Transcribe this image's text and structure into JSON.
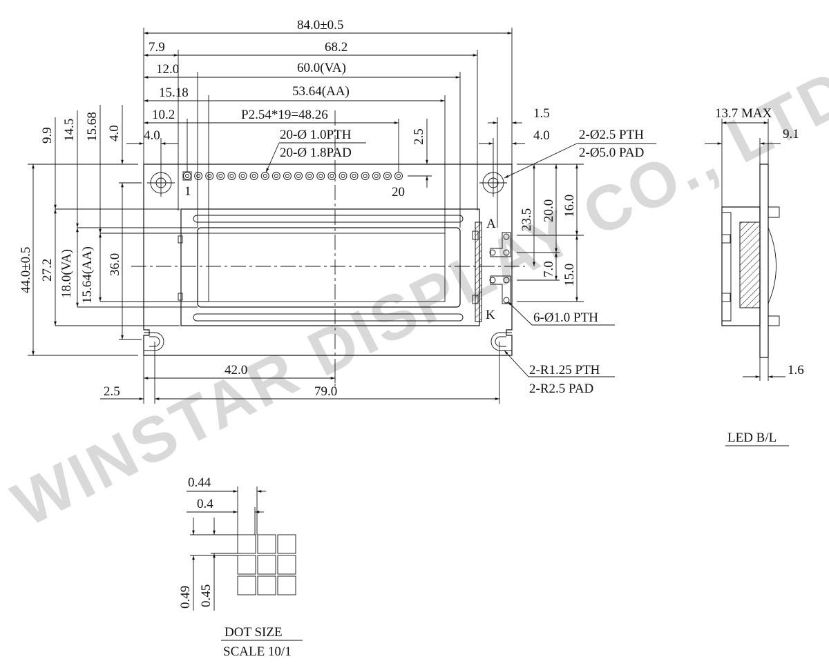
{
  "watermark": "WINSTAR DISPLAY CO., LTD.",
  "front_view": {
    "dims_top": {
      "overall_width": "84.0±0.5",
      "d_7_9": "7.9",
      "d_68_2": "68.2",
      "d_12_0": "12.0",
      "va_width": "60.0(VA)",
      "d_15_18": "15.18",
      "aa_width": "53.64(AA)",
      "d_10_2": "10.2",
      "pin_pitch": "P2.54*19=48.26",
      "d_4_0_left": "4.0",
      "pth_pins": "20-Ø 1.0PTH",
      "pad_pins": "20-Ø 1.8PAD",
      "d_2_5_top": "2.5",
      "d_1_5": "1.5",
      "d_4_0_right": "4.0",
      "mount_pth": "2-Ø2.5 PTH",
      "mount_pad": "2-Ø5.0 PAD"
    },
    "dims_left": {
      "d_9_9": "9.9",
      "d_14_5": "14.5",
      "d_15_68": "15.68",
      "d_4_0": "4.0",
      "overall_height": "44.0±0.5",
      "d_27_2": "27.2",
      "va_height": "18.0(VA)",
      "aa_height": "15.64(AA)",
      "d_36_0": "36.0"
    },
    "dims_right": {
      "d_23_5": "23.5",
      "d_20_0": "20.0",
      "d_16_0": "16.0",
      "d_7_0": "7.0",
      "d_15_0": "15.0",
      "anode": "A",
      "cathode": "K",
      "led_pth": "6-Ø1.0 PTH",
      "slot_pth": "2-R1.25 PTH",
      "slot_pad": "2-R2.5 PAD"
    },
    "dims_bottom": {
      "d_42_0": "42.0",
      "d_2_5": "2.5",
      "d_79_0": "79.0"
    },
    "pin_labels": {
      "first": "1",
      "last": "20"
    },
    "pin_count": 20
  },
  "side_view": {
    "max_thickness": "13.7 MAX",
    "d_9_1": "9.1",
    "pcb_thickness": "1.6",
    "caption": "LED B/L"
  },
  "dot_detail": {
    "d_0_44": "0.44",
    "d_0_4": "0.4",
    "d_0_49": "0.49",
    "d_0_45": "0.45",
    "caption": "DOT SIZE",
    "scale": "SCALE 10/1"
  }
}
